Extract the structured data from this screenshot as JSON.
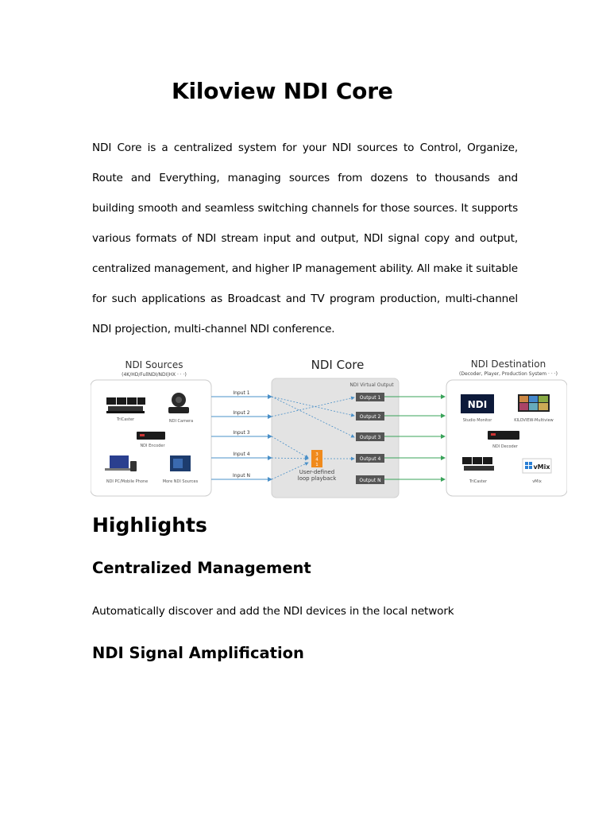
{
  "document": {
    "title": "Kiloview NDI Core",
    "intro": "NDI Core is a centralized system for your NDI sources to Control, Organize, Route and Everything, managing sources from dozens to thousands and building smooth and seamless switching channels for those sources. It supports various formats of NDI stream input and output, NDI signal copy and output, centralized management, and higher IP management ability. All make it suitable for such applications as Broadcast and TV program production, multi-channel NDI projection, multi-channel NDI conference.",
    "highlights_heading": "Highlights",
    "centralized_heading": "Centralized Management",
    "centralized_text": "Automatically discover and add the NDI devices in the local network",
    "amplification_heading": "NDI Signal Amplification"
  },
  "diagram": {
    "sources_title": "NDI Sources",
    "sources_subtitle": "(4K/HD/FullNDI/NDI|HX · · ·)",
    "core_title": "NDI Core",
    "dest_title": "NDI Destination",
    "dest_subtitle": "(Decoder, Player, Production System · · ·)",
    "virtual_output_label": "NDI Virtual Output",
    "source_devices": [
      "TriCaster",
      "NDI Camera",
      "NDI Encoder",
      "NDI PC/Mobile Phone",
      "More NDI Sources"
    ],
    "inputs": [
      "Input 1",
      "Input 2",
      "Input 3",
      "Input 4",
      "Input N"
    ],
    "outputs": [
      "Output 1",
      "Output 2",
      "Output 3",
      "Output 4",
      "Output N"
    ],
    "loop_label_1": "User-defined",
    "loop_label_2": "loop playback",
    "loop_badge": [
      "3",
      "4",
      "1"
    ],
    "dest_devices": [
      "Studio Monitor",
      "KILOVIEW-Multiview",
      "NDI Decoder",
      "TriCaster",
      "vMix"
    ],
    "ndi_logo_text": "NDI",
    "vmix_logo_text": "vMix",
    "colors": {
      "input_line": "#4a90c8",
      "output_line": "#3aa35a",
      "loop_orange": "#f08a1c",
      "output_box": "#555555",
      "core_bg": "#e3e3e3"
    }
  }
}
